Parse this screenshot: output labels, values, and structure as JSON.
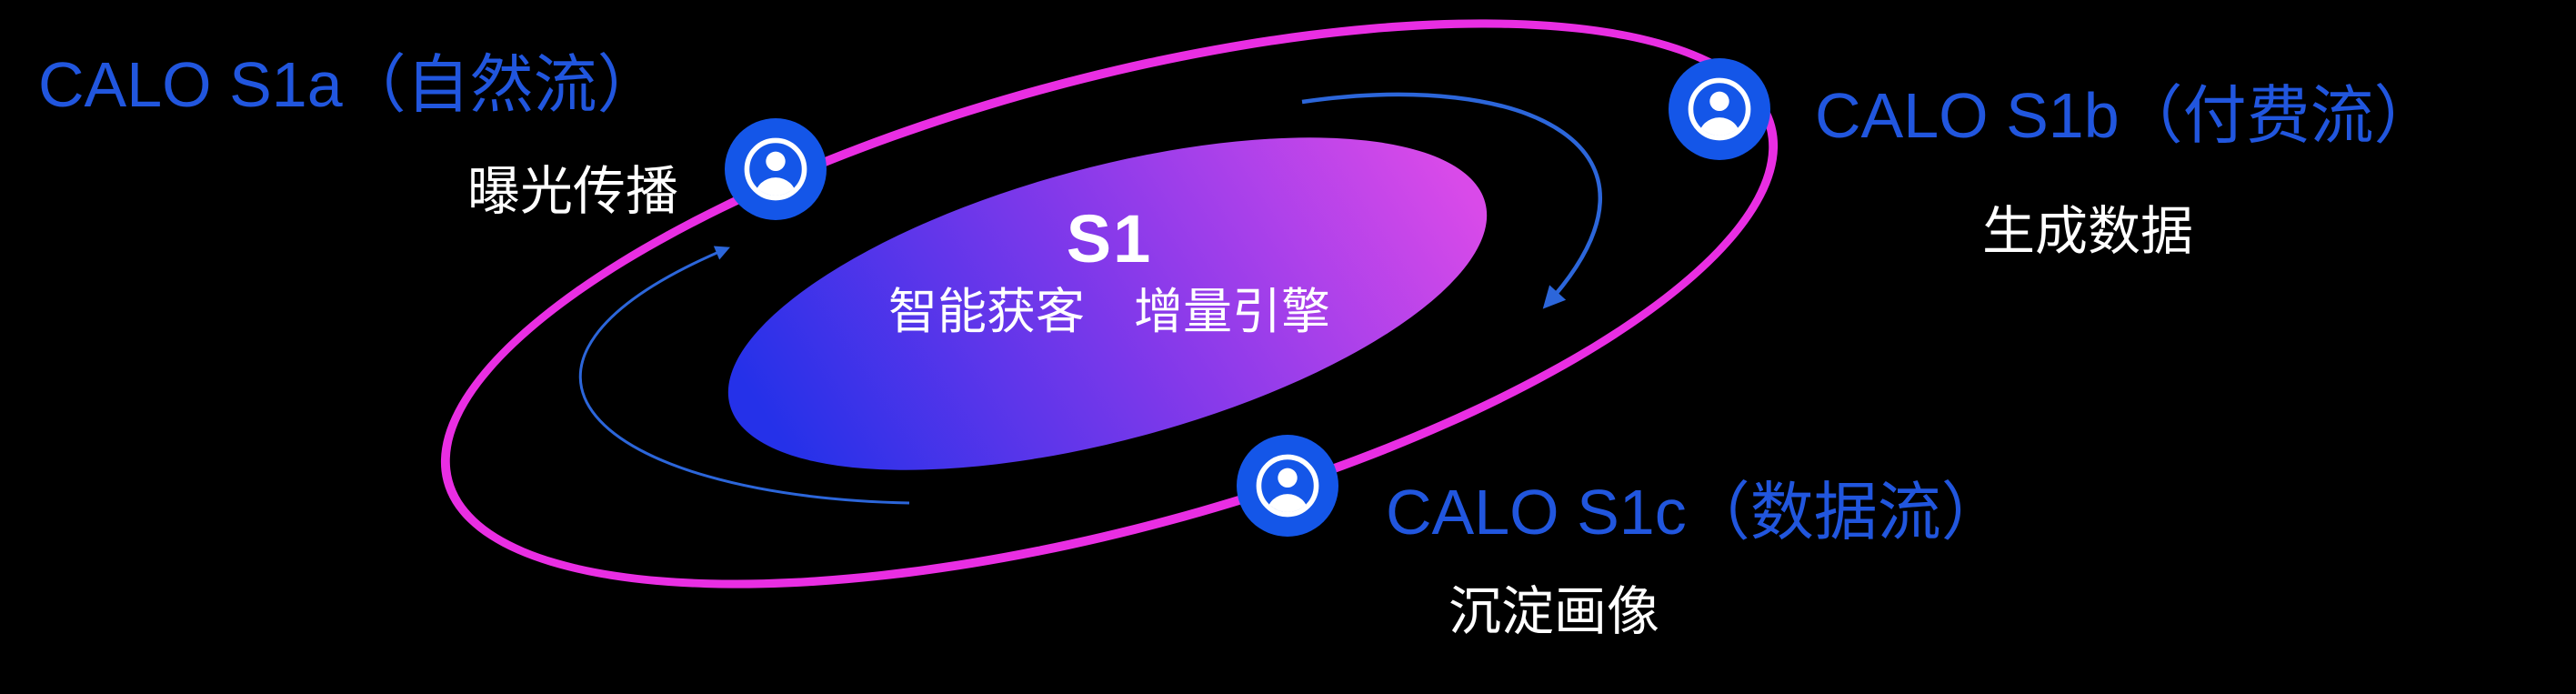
{
  "center": {
    "title": "S1",
    "subtitle": "智能获客　增量引擎"
  },
  "nodes": {
    "s1a": {
      "title": "CALO S1a（自然流）",
      "subtitle": "曝光传播"
    },
    "s1b": {
      "title": "CALO S1b（付费流）",
      "subtitle": "生成数据"
    },
    "s1c": {
      "title": "CALO S1c（数据流）",
      "subtitle": "沉淀画像"
    }
  },
  "icons": {
    "node_icon": "user-avatar-icon"
  },
  "colors": {
    "background": "#000000",
    "orbit_ring": "#e92ee3",
    "node_title_blue": "#2156de",
    "subtitle_white": "#ffffff",
    "icon_circle_blue": "#1456e8",
    "arrow_blue": "#2c66da",
    "core_gradient_start": "#2531e9",
    "core_gradient_mid": "#8339ea",
    "core_gradient_end": "#d94ae9"
  }
}
